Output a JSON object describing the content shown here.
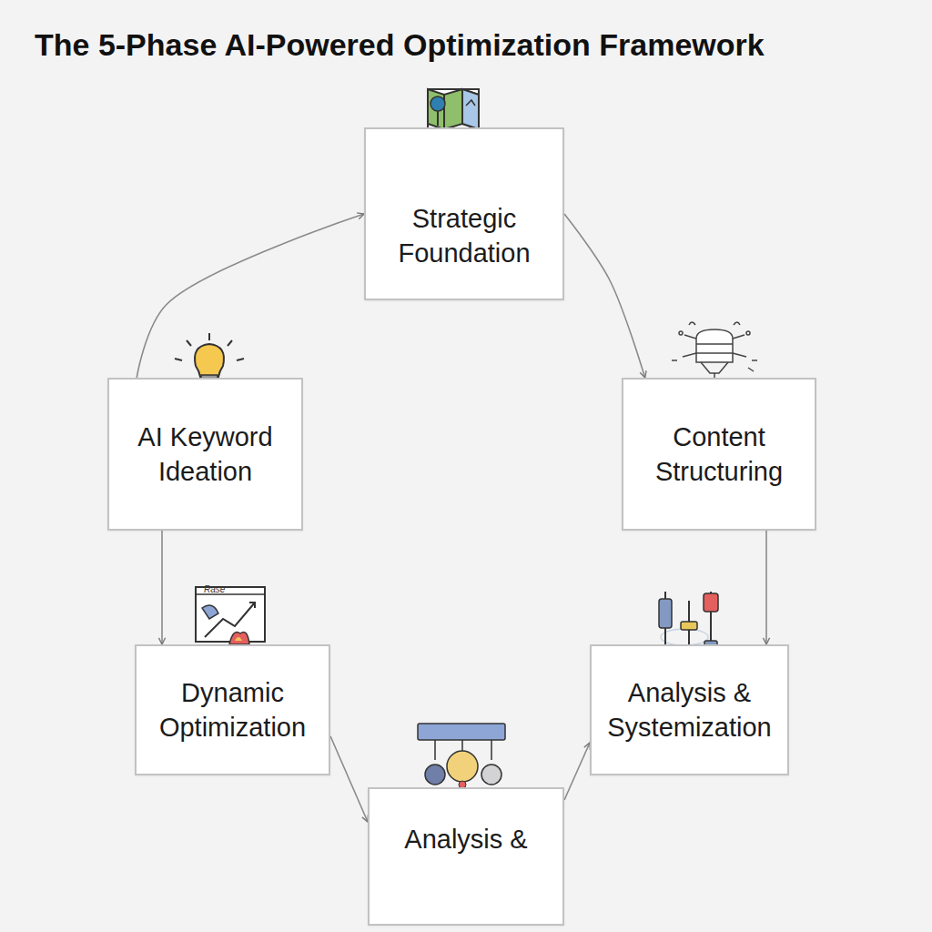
{
  "diagram": {
    "title": "The 5-Phase AI-Powered Optimization Framework",
    "nodes": [
      {
        "text": [
          "Strategic Foundation"
        ]
      },
      {
        "text": [
          "Content Structuring"
        ]
      },
      {
        "text": [
          "Analysis & Systemization"
        ]
      },
      {
        "text": [
          "Analysis &"
        ]
      },
      {
        "text": [
          "Dynamic Optimization"
        ]
      },
      {
        "text": [
          "AI Keyword Ideation"
        ]
      }
    ],
    "edges": [
      {
        "from": 0,
        "to": 1,
        "arrow": "to"
      },
      {
        "from": 1,
        "to": 2,
        "arrow": "to"
      },
      {
        "from": 3,
        "to": 2,
        "arrow": "to"
      },
      {
        "from": 4,
        "to": 3,
        "arrow": "to"
      },
      {
        "from": 5,
        "to": 4,
        "arrow": "to"
      },
      {
        "from": 5,
        "to": 0,
        "arrow": "to"
      }
    ],
    "labels": [
      "Rase"
    ]
  }
}
